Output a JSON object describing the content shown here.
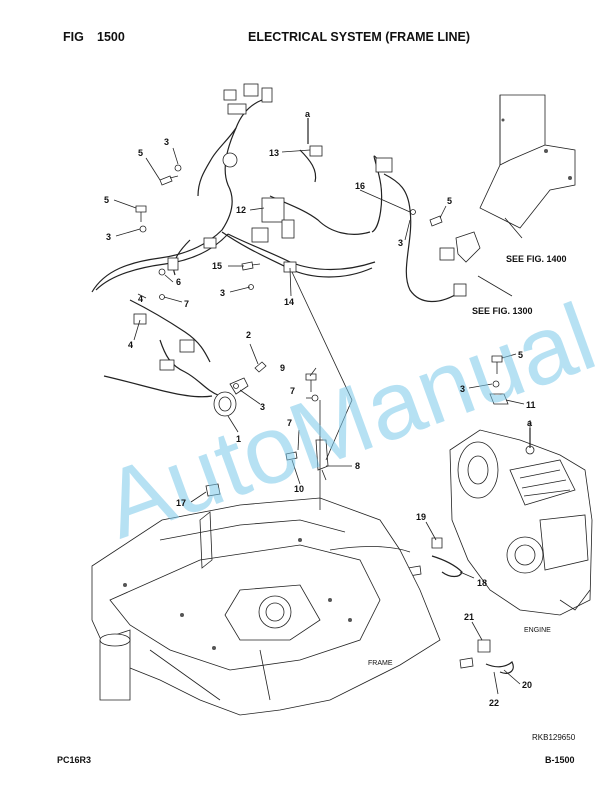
{
  "header": {
    "fig_label": "FIG",
    "fig_number": "1500",
    "title": "ELECTRICAL SYSTEM (FRAME LINE)"
  },
  "footer": {
    "model": "PC16R3",
    "page": "B-1500"
  },
  "watermark": "AutoManual",
  "drawing_code": "RKB129650",
  "labels": {
    "engine": "ENGINE",
    "frame": "FRAME",
    "see_fig_1400": "SEE FIG. 1400",
    "see_fig_1300": "SEE FIG. 1300",
    "detail_a_top": "a",
    "detail_a_engine": "a"
  },
  "callouts": {
    "c1": "1",
    "c2": "2",
    "c3a": "3",
    "c3b": "3",
    "c3c": "3",
    "c3d": "3",
    "c3e": "3",
    "c3f": "3",
    "c4a": "4",
    "c4b": "4",
    "c5a": "5",
    "c5b": "5",
    "c5c": "5",
    "c5d": "5",
    "c6": "6",
    "c7a": "7",
    "c7b": "7",
    "c7c": "7",
    "c8": "8",
    "c9": "9",
    "c10": "10",
    "c11": "11",
    "c12": "12",
    "c13": "13",
    "c14": "14",
    "c15": "15",
    "c16": "16",
    "c17": "17",
    "c18": "18",
    "c19": "19",
    "c20": "20",
    "c21": "21",
    "c22": "22"
  },
  "colors": {
    "line": "#222222",
    "watermark": "#7cc9ea"
  }
}
